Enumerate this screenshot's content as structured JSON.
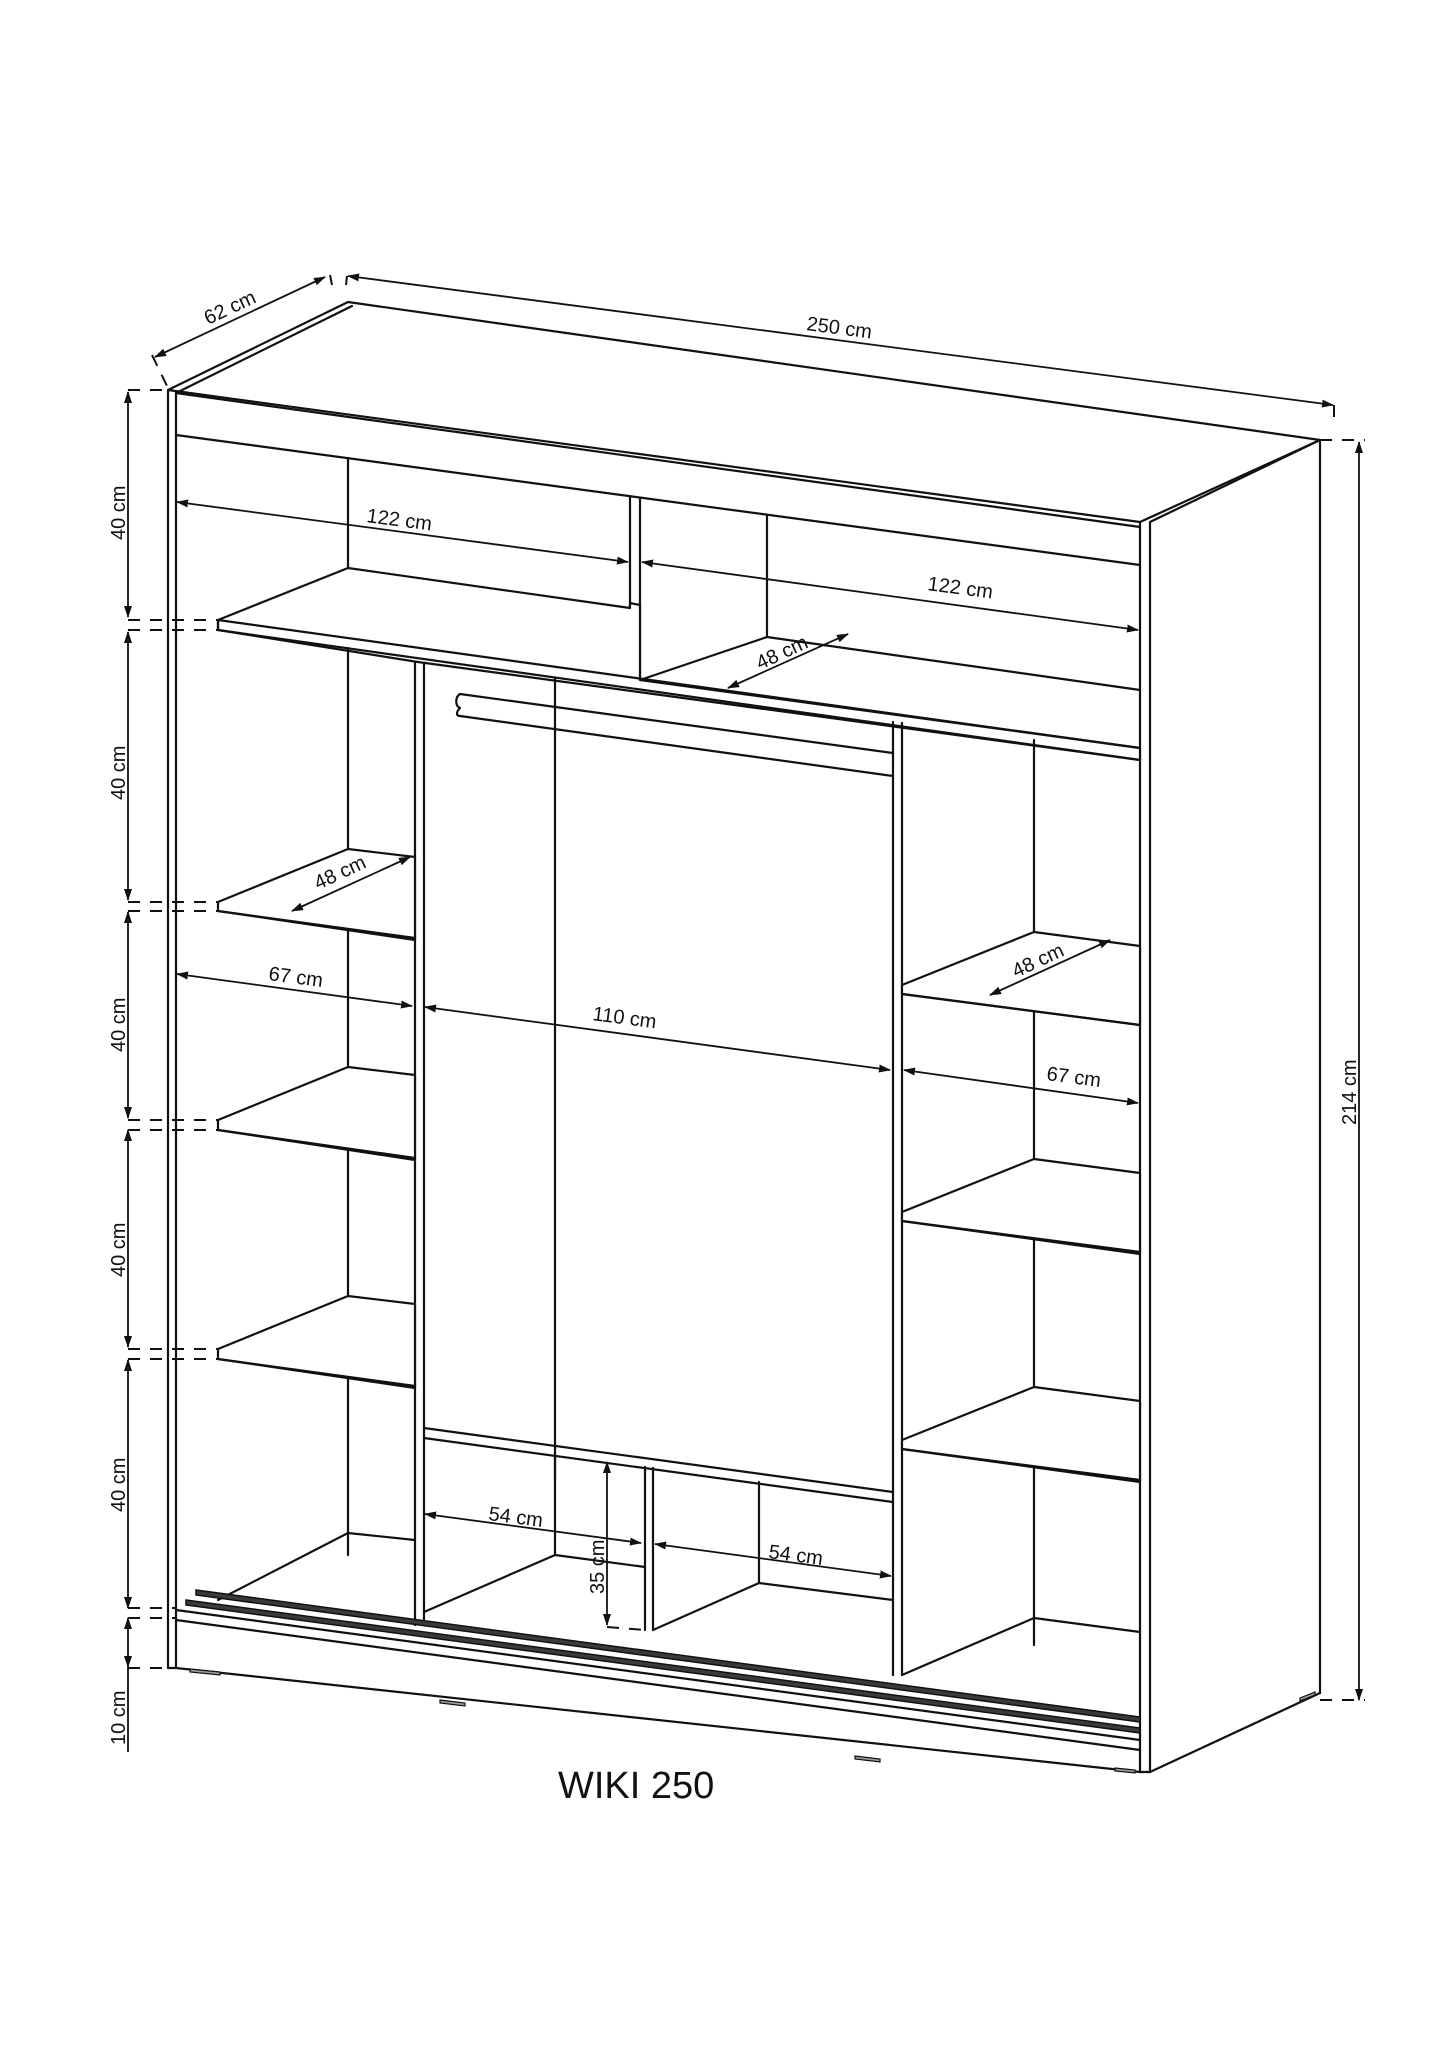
{
  "product": {
    "model_label": "WIKI 250"
  },
  "overall_dimensions": {
    "width": "250 cm",
    "depth": "62 cm",
    "height": "214 cm"
  },
  "left_vertical_spacing": [
    {
      "label": "40 cm"
    },
    {
      "label": "40 cm"
    },
    {
      "label": "40 cm"
    },
    {
      "label": "40 cm"
    },
    {
      "label": "40 cm"
    },
    {
      "label": "10 cm"
    }
  ],
  "top_compartments": {
    "left_width": "122 cm",
    "right_width": "122 cm",
    "shelf_depth": "48 cm"
  },
  "left_column": {
    "shelf_depth": "48 cm",
    "width": "67 cm"
  },
  "middle_column": {
    "width": "110 cm"
  },
  "right_column": {
    "shelf_depth": "48 cm",
    "width": "67 cm"
  },
  "bottom_compartments": {
    "left_width": "54 cm",
    "right_width": "54 cm",
    "height": "35 cm"
  },
  "colors": {
    "line": "#111111",
    "background": "#ffffff"
  }
}
